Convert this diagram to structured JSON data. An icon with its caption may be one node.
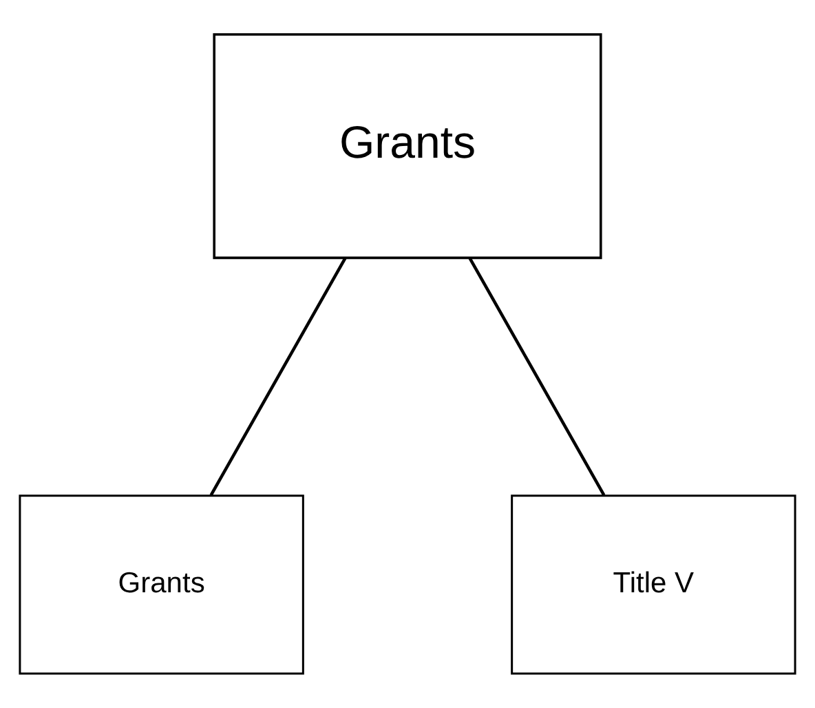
{
  "diagram": {
    "nodes": [
      {
        "text": [
          "Grants"
        ]
      },
      {
        "text": [
          "Grants"
        ]
      },
      {
        "text": [
          "Title V"
        ]
      }
    ],
    "edges": [
      {
        "from": 0,
        "to": 1,
        "arrow": "none"
      },
      {
        "from": 0,
        "to": 2,
        "arrow": "none"
      }
    ]
  }
}
